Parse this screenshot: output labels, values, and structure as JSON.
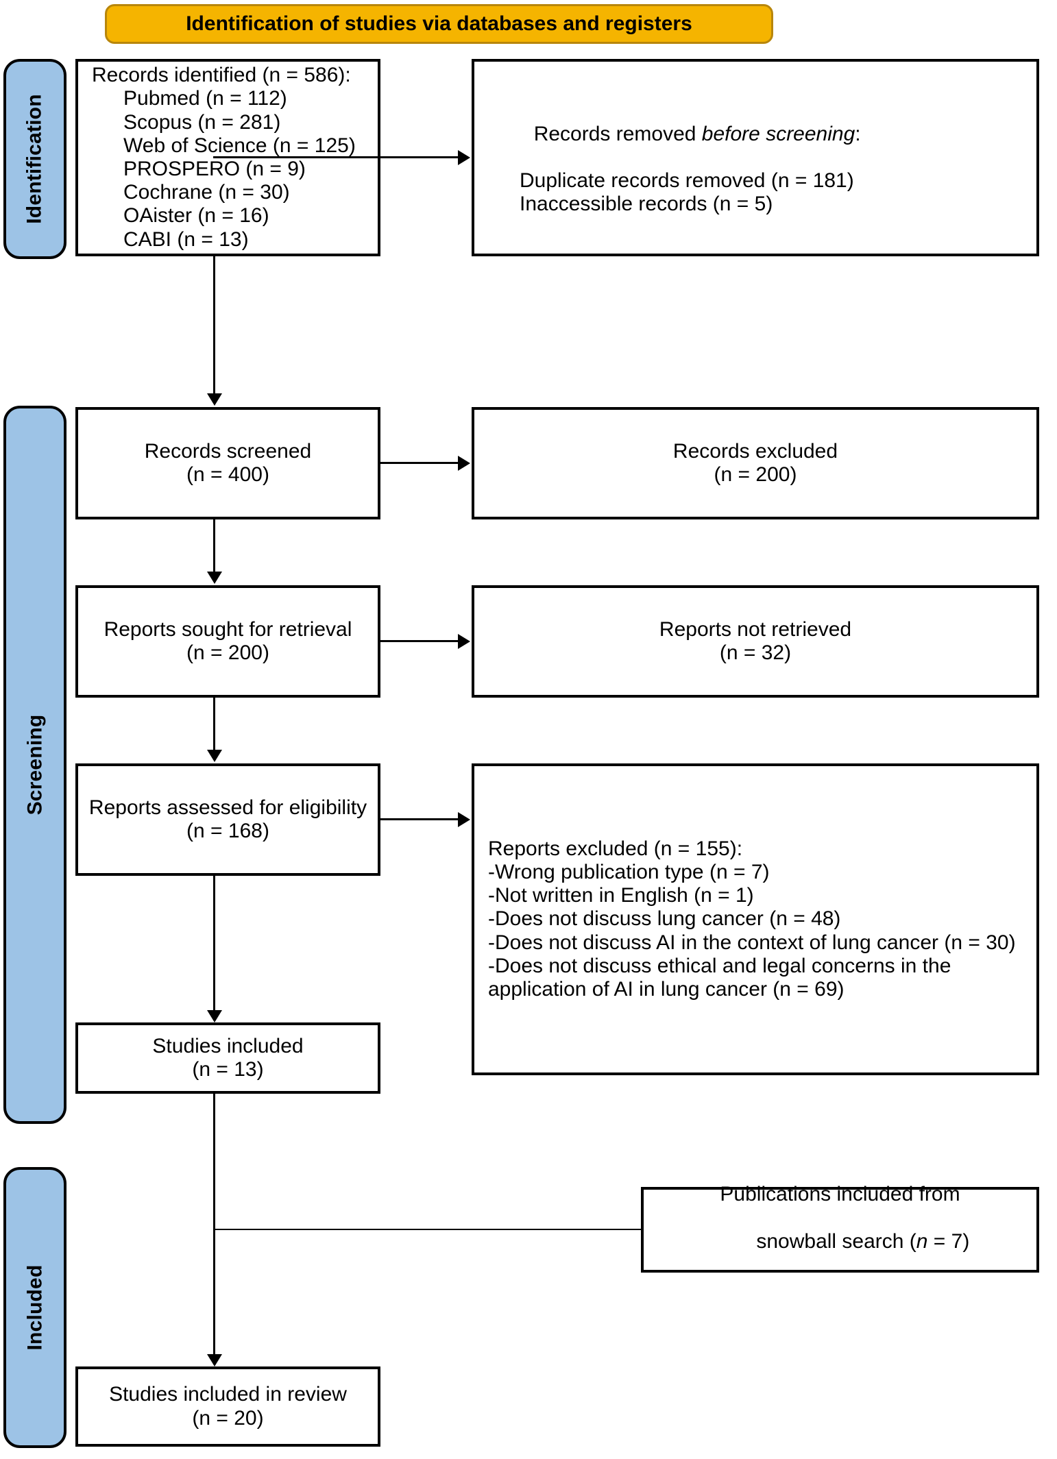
{
  "banner": {
    "title": "Identification of studies via databases and registers"
  },
  "stages": [
    {
      "key": "identification",
      "label": "Identification"
    },
    {
      "key": "screening",
      "label": "Screening"
    },
    {
      "key": "included",
      "label": "Included"
    }
  ],
  "boxes": {
    "records_identified": {
      "heading": "Records identified (n = 586):",
      "sources": [
        "Pubmed (n = 112)",
        "Scopus (n = 281)",
        "Web of Science (n = 125)",
        "PROSPERO (n = 9)",
        "Cochrane (n = 30)",
        "OAister (n = 16)",
        "CABI (n = 13)"
      ]
    },
    "records_removed": {
      "heading_pre": "Records removed ",
      "heading_italic": "before screening",
      "heading_post": ":",
      "items": [
        "Duplicate records removed (n = 181)",
        "Inaccessible records (n = 5)"
      ]
    },
    "records_screened": {
      "label": "Records screened",
      "count": "(n = 400)"
    },
    "records_excluded": {
      "label": "Records excluded",
      "count": "(n = 200)"
    },
    "reports_sought": {
      "label": "Reports sought for retrieval",
      "count": "(n = 200)"
    },
    "reports_not_retrieved": {
      "label": "Reports not retrieved",
      "count": "(n = 32)"
    },
    "reports_assessed": {
      "label": "Reports assessed for eligibility",
      "count": "(n = 168)"
    },
    "reports_excluded": {
      "heading": "Reports excluded (n = 155):",
      "reasons": [
        "-Wrong publication type (n = 7)",
        "-Not written in English (n = 1)",
        "-Does not discuss lung cancer (n = 48)",
        "-Does not discuss AI in the context of lung cancer (n = 30)",
        "-Does not discuss ethical and legal concerns in the application of AI in lung cancer (n = 69)"
      ]
    },
    "studies_included": {
      "label": "Studies included",
      "count": "(n = 13)"
    },
    "snowball": {
      "line1": "Publications included from",
      "line2_pre": "snowball search (",
      "line2_italic": "n",
      "line2_post": " = 7)"
    },
    "studies_in_review": {
      "label": "Studies included in review",
      "count": "(n = 20)"
    }
  },
  "colors": {
    "banner_fill": "#F5B400",
    "banner_border": "#B8860B",
    "stage_fill": "#9DC3E6",
    "stroke": "#000000"
  }
}
